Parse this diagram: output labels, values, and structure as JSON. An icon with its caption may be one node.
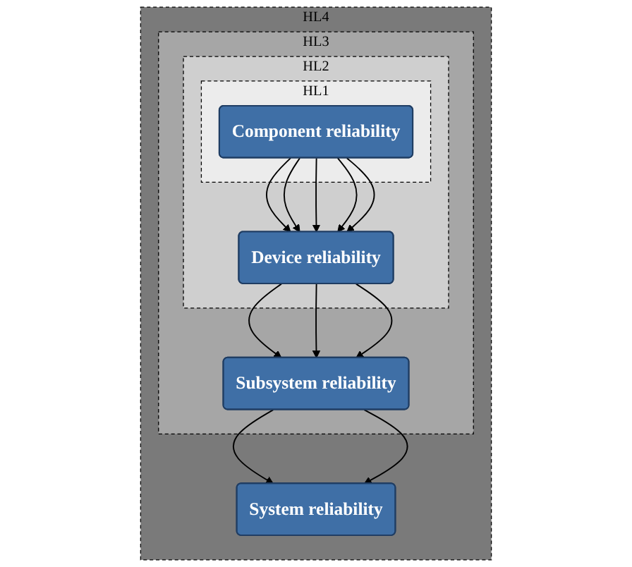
{
  "diagram": {
    "nodes": [
      {
        "text": [
          "HL4"
        ]
      },
      {
        "text": [
          "System reliability"
        ],
        "in": 0
      },
      {
        "text": [
          "HL3"
        ],
        "in": 0
      },
      {
        "text": [
          "Subsystem reliability"
        ],
        "in": 2
      },
      {
        "text": [
          "HL2"
        ],
        "in": 2
      },
      {
        "text": [
          "Device reliability"
        ],
        "in": 4
      },
      {
        "text": [
          "HL1"
        ],
        "in": 4
      },
      {
        "text": [
          "Component reliability"
        ],
        "in": 6
      }
    ],
    "edges": [
      {
        "from": 7,
        "to": 5,
        "arrow": "to"
      },
      {
        "from": 7,
        "to": 5,
        "arrow": "to"
      },
      {
        "from": 7,
        "to": 5,
        "arrow": "to"
      },
      {
        "from": 7,
        "to": 5,
        "arrow": "to"
      },
      {
        "from": 7,
        "to": 5,
        "arrow": "to"
      },
      {
        "from": 5,
        "to": 3,
        "arrow": "to"
      },
      {
        "from": 5,
        "to": 3,
        "arrow": "to"
      },
      {
        "from": 5,
        "to": 3,
        "arrow": "to"
      },
      {
        "from": 3,
        "to": 1,
        "arrow": "to"
      },
      {
        "from": 3,
        "to": 1,
        "arrow": "to"
      }
    ]
  }
}
